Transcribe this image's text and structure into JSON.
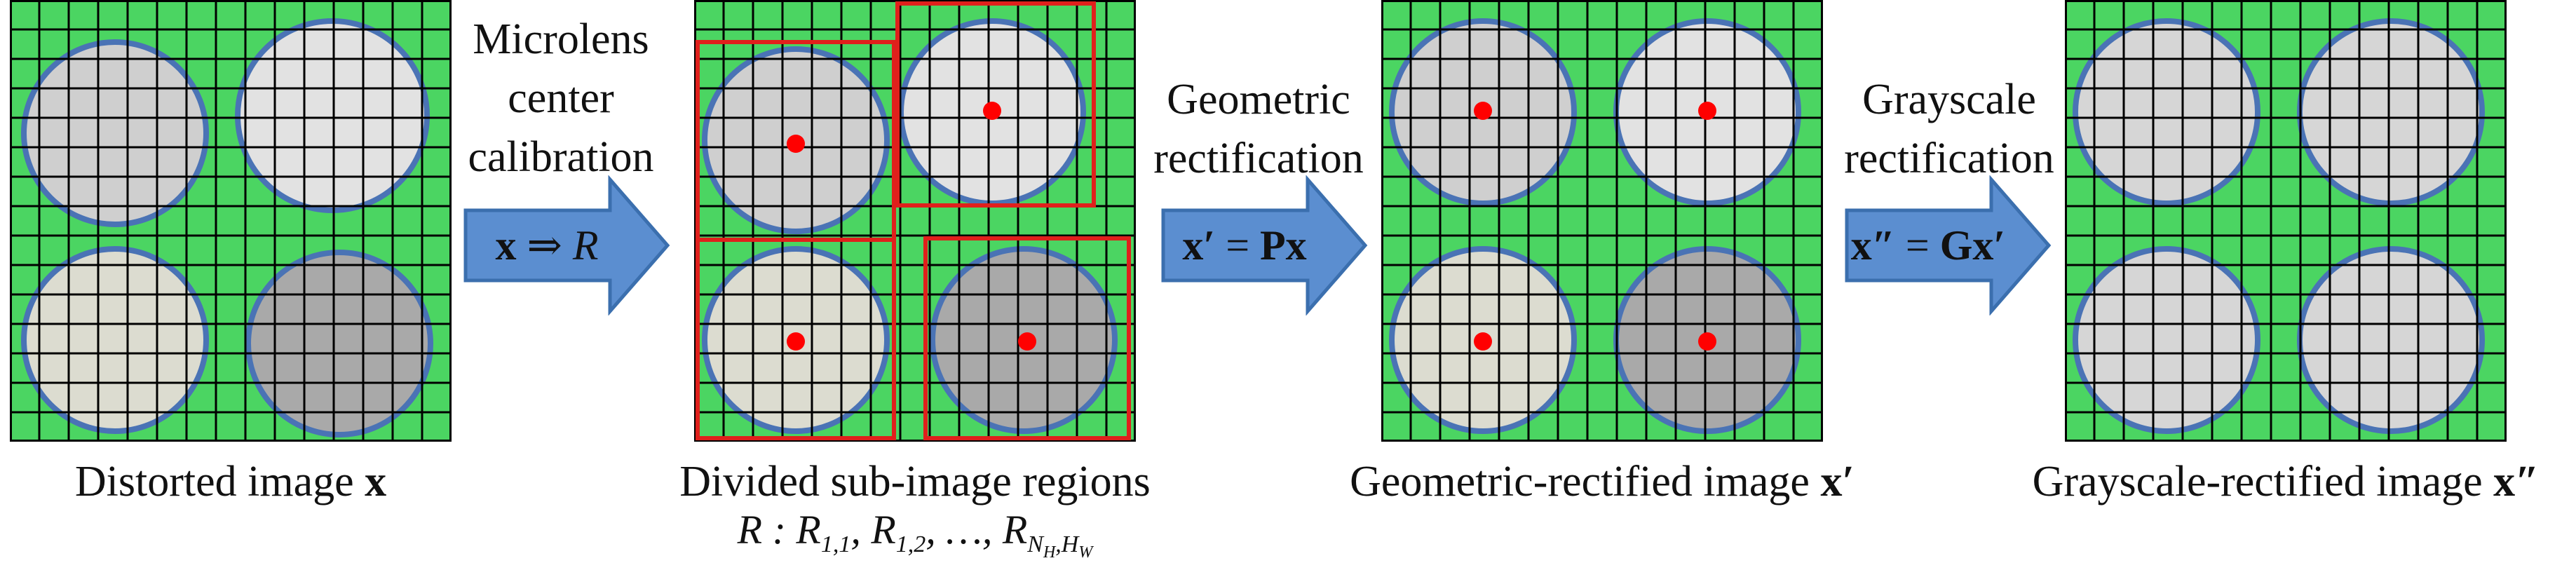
{
  "panels": [
    {
      "caption_text": "Distorted image ",
      "caption_var": "x"
    },
    {
      "caption_text": "Divided sub-image regions",
      "caption_var": ""
    },
    {
      "caption_text": "Geometric-rectified image ",
      "caption_var": "x′"
    },
    {
      "caption_text": "Grayscale-rectified image ",
      "caption_var": "x″"
    }
  ],
  "region_formula": {
    "lead": "R : R",
    "s1": "1,1",
    "mid": ", R",
    "s2": "1,2",
    "tail": ", …, R",
    "s3": "N",
    "s3b": "H",
    "s3c": ",H",
    "s3d": "W"
  },
  "steps": [
    {
      "label_lines": [
        "Microlens",
        "center",
        "calibration"
      ],
      "formula_lhs": "x",
      "formula_op": " ⇒ ",
      "formula_rhs": "R"
    },
    {
      "label_lines": [
        "Geometric",
        "rectification"
      ],
      "formula_lhs": "x′",
      "formula_op": " = ",
      "formula_rhs": "Px"
    },
    {
      "label_lines": [
        "Grayscale",
        "rectification"
      ],
      "formula_lhs": "x″",
      "formula_op": " = ",
      "formula_rhs": "Gx′"
    }
  ],
  "colors": {
    "grid_bg": "#4bd562",
    "grid_line": "#000000",
    "circle_stroke": "#4a73b5",
    "circle_light": "#e2e2e2",
    "circle_mid": "#cfcfcf",
    "circle_dark": "#a9a9a9",
    "circle_cream": "#dcdcd0",
    "center_dot": "#ff0000",
    "region_box": "#e0201c",
    "arrow_fill": "#5b8ed0",
    "arrow_stroke": "#3b6fae"
  }
}
